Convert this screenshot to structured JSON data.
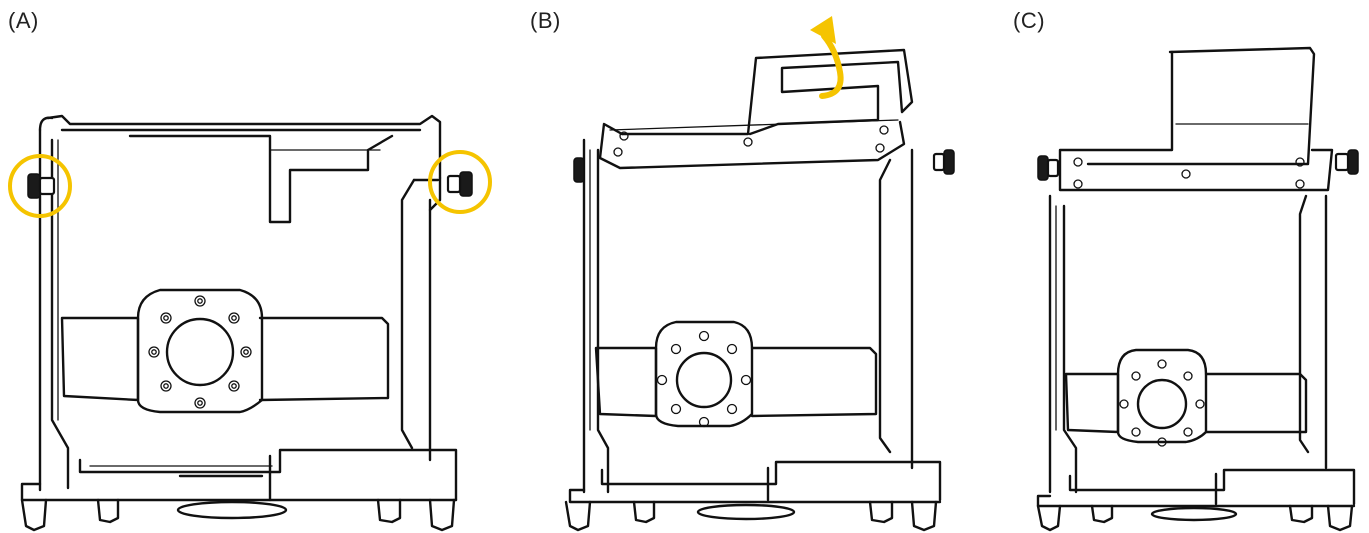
{
  "panels": [
    {
      "label": "(A)"
    },
    {
      "label": "(B)"
    },
    {
      "label": "(C)"
    }
  ],
  "colors": {
    "highlight": "#F5C400",
    "line": "#111111",
    "background": "#FFFFFF"
  },
  "icons": {
    "highlight": "circle-highlight-icon",
    "rotate": "curved-arrow-icon"
  }
}
